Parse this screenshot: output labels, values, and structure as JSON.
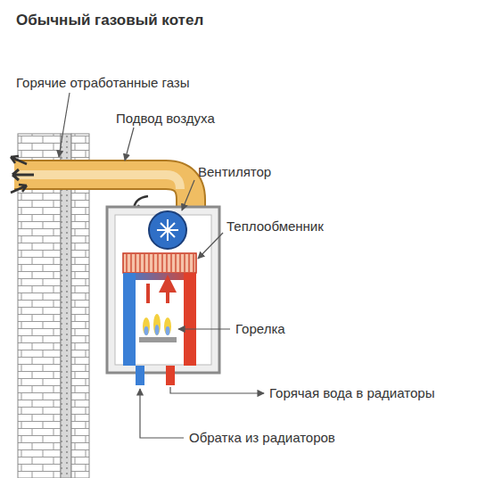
{
  "diagram": {
    "title": "Обычный газовый котел",
    "labels": [
      "Горячие отработанные газы",
      "Подвод воздуха",
      "Вентилятор",
      "Теплообменник",
      "Горелка",
      "Горячая вода в радиаторы",
      "Обратка из радиаторов"
    ]
  }
}
